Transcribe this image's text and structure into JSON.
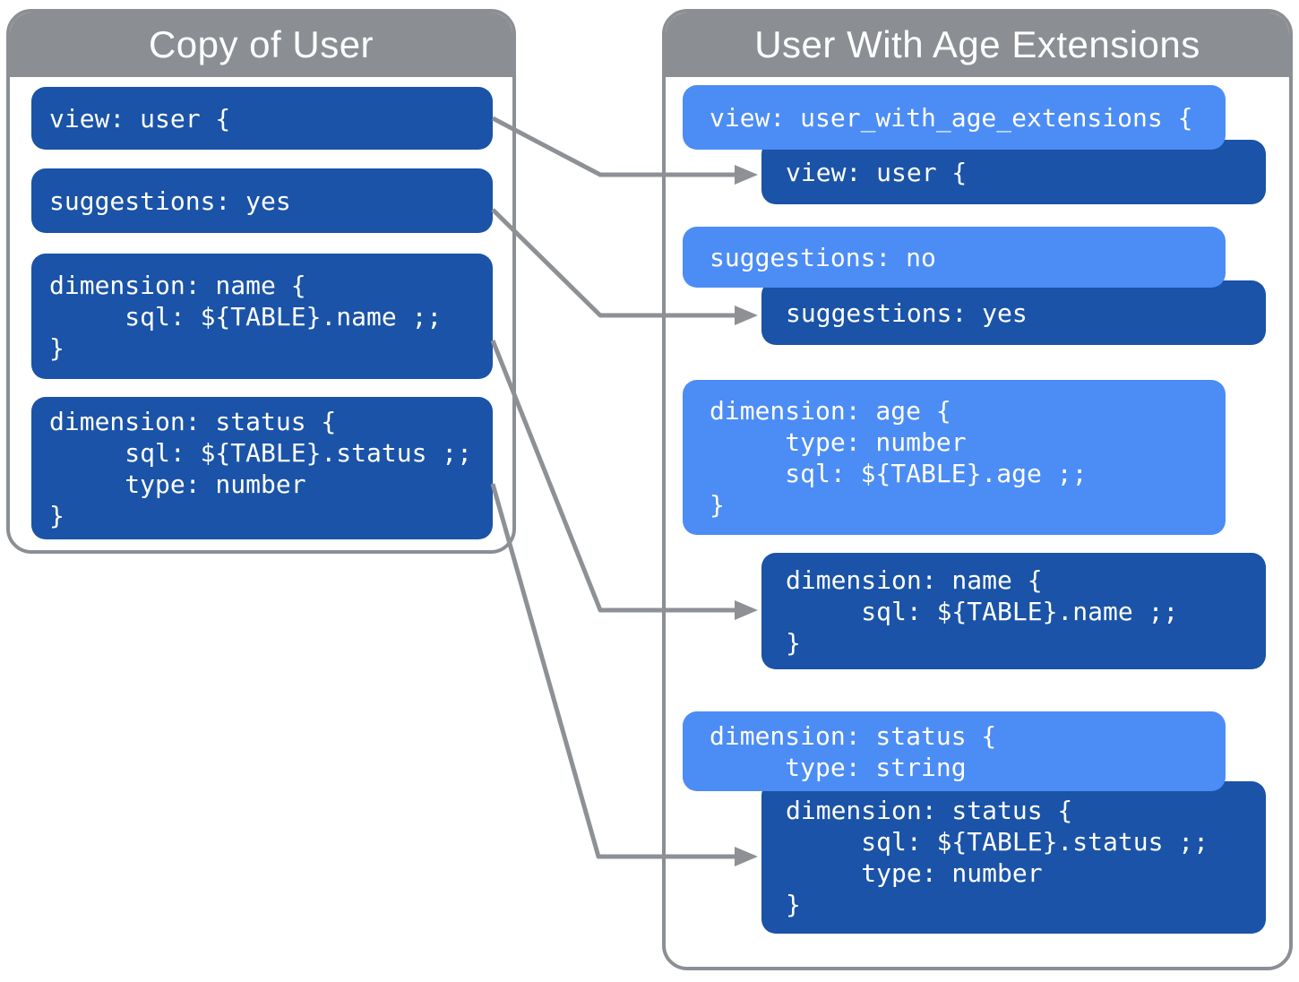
{
  "left_panel": {
    "title": "Copy of User",
    "blocks": [
      {
        "id": "view-user",
        "lines": [
          "view: user {"
        ]
      },
      {
        "id": "suggestions-yes",
        "lines": [
          "suggestions: yes"
        ]
      },
      {
        "id": "dimension-name",
        "lines": [
          "dimension: name {",
          "     sql: ${TABLE}.name ;;",
          "}"
        ]
      },
      {
        "id": "dimension-status",
        "lines": [
          "dimension: status {",
          "     sql: ${TABLE}.status ;;",
          "     type: number",
          "}"
        ]
      }
    ]
  },
  "right_panel": {
    "title": "User With Age Extensions",
    "blocks": [
      {
        "id": "view-extension-override",
        "style": "light",
        "lines": [
          "view: user_with_age_extensions {"
        ]
      },
      {
        "id": "view-user-inherited",
        "style": "dark",
        "lines": [
          "view: user {"
        ]
      },
      {
        "id": "suggestions-override",
        "style": "light",
        "lines": [
          "suggestions: no"
        ]
      },
      {
        "id": "suggestions-inherited",
        "style": "dark",
        "lines": [
          "suggestions: yes"
        ]
      },
      {
        "id": "dimension-age-new",
        "style": "light",
        "lines": [
          "dimension: age {",
          "     type: number",
          "     sql: ${TABLE}.age ;;",
          "}"
        ]
      },
      {
        "id": "dimension-name-inherited",
        "style": "dark",
        "lines": [
          "dimension: name {",
          "     sql: ${TABLE}.name ;;",
          "}"
        ]
      },
      {
        "id": "dimension-status-override",
        "style": "light",
        "lines": [
          "dimension: status {",
          "     type: string"
        ]
      },
      {
        "id": "dimension-status-inherited",
        "style": "dark",
        "lines": [
          "dimension: status {",
          "     sql: ${TABLE}.status ;;",
          "     type: number",
          "}"
        ]
      }
    ]
  },
  "connectors": [
    {
      "from": "view-user",
      "to": "view-user-inherited"
    },
    {
      "from": "suggestions-yes",
      "to": "suggestions-inherited"
    },
    {
      "from": "dimension-name",
      "to": "dimension-name-inherited"
    },
    {
      "from": "dimension-status",
      "to": "dimension-status-inherited"
    }
  ],
  "colors": {
    "dark_blue": "#1a53a7",
    "light_blue": "#4c8cf5",
    "header_gray": "#8b8f94",
    "border_gray": "#8b8f94",
    "arrow_gray": "#8d9196",
    "text_white": "#ffffff"
  }
}
